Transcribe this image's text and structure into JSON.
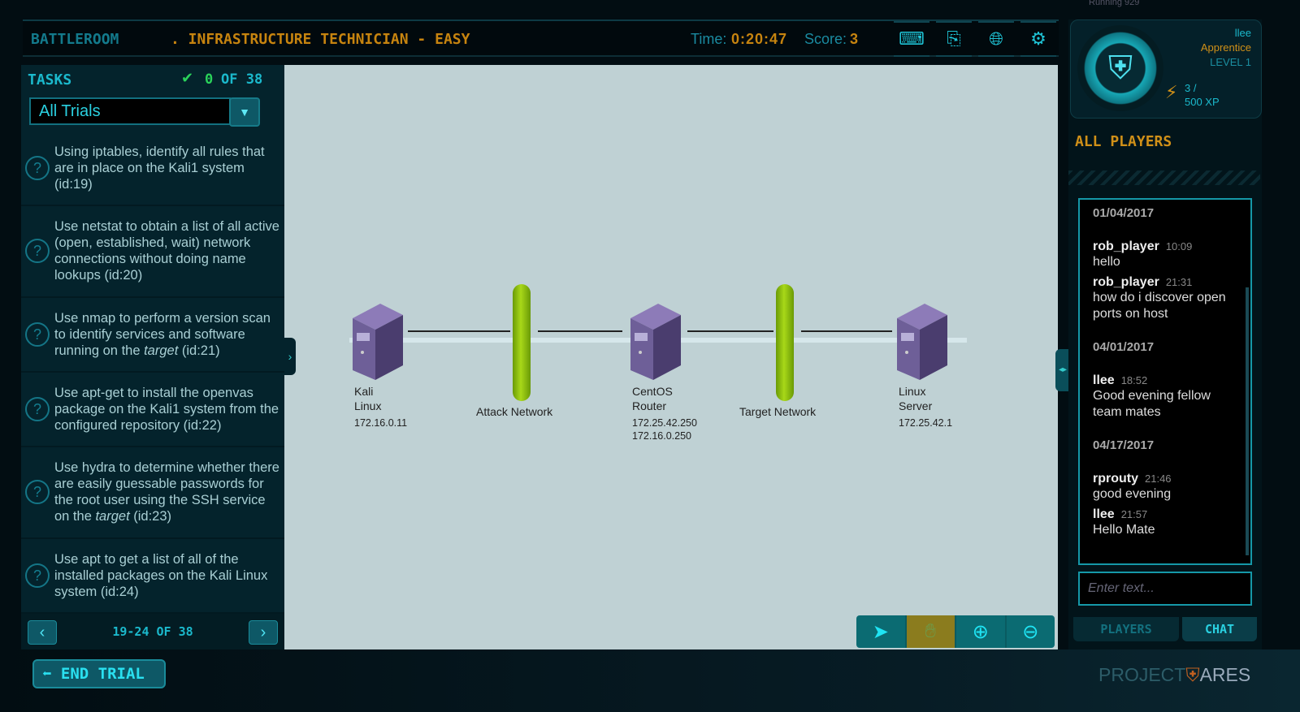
{
  "status": "Running 929",
  "header": {
    "section": "BATTLEROOM",
    "title": ". INFRASTRUCTURE TECHNICIAN - EASY",
    "time_label": "Time:",
    "time": "0:20:47",
    "score_label": "Score:",
    "score": "3",
    "icons": [
      "terminal-icon",
      "copy-files-icon",
      "globe-icon",
      "gear-icon"
    ]
  },
  "tasks": {
    "heading": "TASKS",
    "completed": "0",
    "of_total": "OF 38",
    "filter": "All Trials",
    "items": [
      {
        "pre": "Using iptables, identify all rules that are in place on the Kali1 system (id:19)",
        "em": "",
        "post": ""
      },
      {
        "pre": "Use netstat to obtain a list of all active (open, established, wait) network connections without doing name lookups (id:20)",
        "em": "",
        "post": ""
      },
      {
        "pre": "Use nmap to perform a version scan to identify services and software running on the ",
        "em": "target",
        "post": " (id:21)"
      },
      {
        "pre": "Use apt-get to install the openvas package on the Kali1 system from the configured repository (id:22)",
        "em": "",
        "post": ""
      },
      {
        "pre": "Use hydra to determine whether there are easily guessable passwords for the root user using the SSH service on the ",
        "em": "target",
        "post": " (id:23)"
      },
      {
        "pre": "Use apt to get a list of all of the installed packages on the Kali Linux system (id:24)",
        "em": "",
        "post": ""
      }
    ],
    "pager": "19-24 OF 38"
  },
  "network": {
    "nodes": [
      {
        "name1": "Kali",
        "name2": "Linux",
        "ip1": "172.16.0.11",
        "ip2": ""
      },
      {
        "name1": "CentOS",
        "name2": "Router",
        "ip1": "172.25.42.250",
        "ip2": "172.16.0.250"
      },
      {
        "name1": "Linux",
        "name2": "Server",
        "ip1": "172.25.42.1",
        "ip2": ""
      }
    ],
    "networks": [
      "Attack Network",
      "Target Network"
    ]
  },
  "profile": {
    "name": "llee",
    "rank": "Apprentice",
    "level": "LEVEL 1",
    "xp1": "3 /",
    "xp2": "500 XP"
  },
  "players_heading": "ALL PLAYERS",
  "chat": {
    "groups": [
      {
        "date": "01/04/2017",
        "messages": [
          {
            "user": "rob_player",
            "time": "10:09",
            "text": "hello"
          },
          {
            "user": "rob_player",
            "time": "21:31",
            "text": "how do i discover open ports on host"
          }
        ]
      },
      {
        "date": "04/01/2017",
        "messages": [
          {
            "user": "llee",
            "time": "18:52",
            "text": "Good evening fellow team mates"
          }
        ]
      },
      {
        "date": "04/17/2017",
        "messages": [
          {
            "user": "rprouty",
            "time": "21:46",
            "text": "good evening"
          },
          {
            "user": "llee",
            "time": "21:57",
            "text": "Hello Mate"
          }
        ]
      }
    ],
    "placeholder": "Enter text...",
    "tab_players": "PLAYERS",
    "tab_chat": "CHAT"
  },
  "footer": {
    "end_trial": "END TRIAL",
    "logo_a": "PROJECT",
    "logo_b": "ARES"
  },
  "colors": {
    "accent": "#1bb9cc",
    "orange": "#c7840f",
    "canvas": "#bfd1d4",
    "pipe": "#9acd12"
  }
}
